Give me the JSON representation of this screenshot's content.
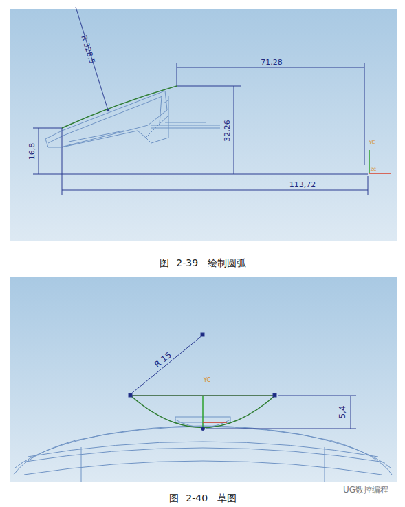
{
  "diagram": {
    "labels": [
      "R 328,5",
      "71,28",
      "32,26",
      "16,8",
      "113,72",
      "YC",
      "ZC",
      "图 2-39　绘制圆弧",
      "R 15",
      "YC",
      "5,4",
      "图 2-40　草图",
      "UG数控编程"
    ]
  }
}
